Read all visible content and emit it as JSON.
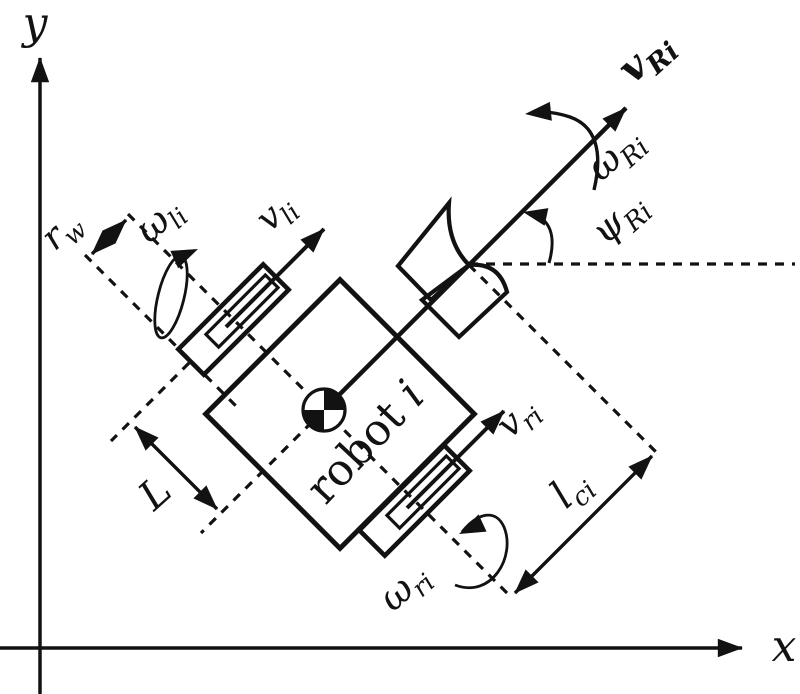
{
  "figure": {
    "description": "Kinematic diagram of a differential-drive wheeled mobile robot with castor wheel",
    "background_color": "#ffffff",
    "ink_color": "#121212"
  },
  "axes": {
    "x_label": "x",
    "y_label": "y"
  },
  "robot": {
    "name_main": "robot ",
    "name_index": "i"
  },
  "labels": {
    "v_Ri": {
      "main": "v",
      "sub": "Ri"
    },
    "omega_Ri": {
      "main": "ω",
      "sub": "Ri"
    },
    "psi_Ri": {
      "main": "ψ",
      "sub": "Ri"
    },
    "v_li": {
      "main": "v",
      "sub": "li"
    },
    "omega_li": {
      "main": "ω",
      "sub": "li"
    },
    "r_w": {
      "main": "r",
      "sub": "w"
    },
    "v_ri": {
      "main": "v",
      "sub": "ri"
    },
    "omega_ri": {
      "main": "ω",
      "sub": "ri"
    },
    "L": {
      "main": "L",
      "sub": ""
    },
    "l_ci": {
      "main": "l",
      "sub": "ci"
    }
  }
}
